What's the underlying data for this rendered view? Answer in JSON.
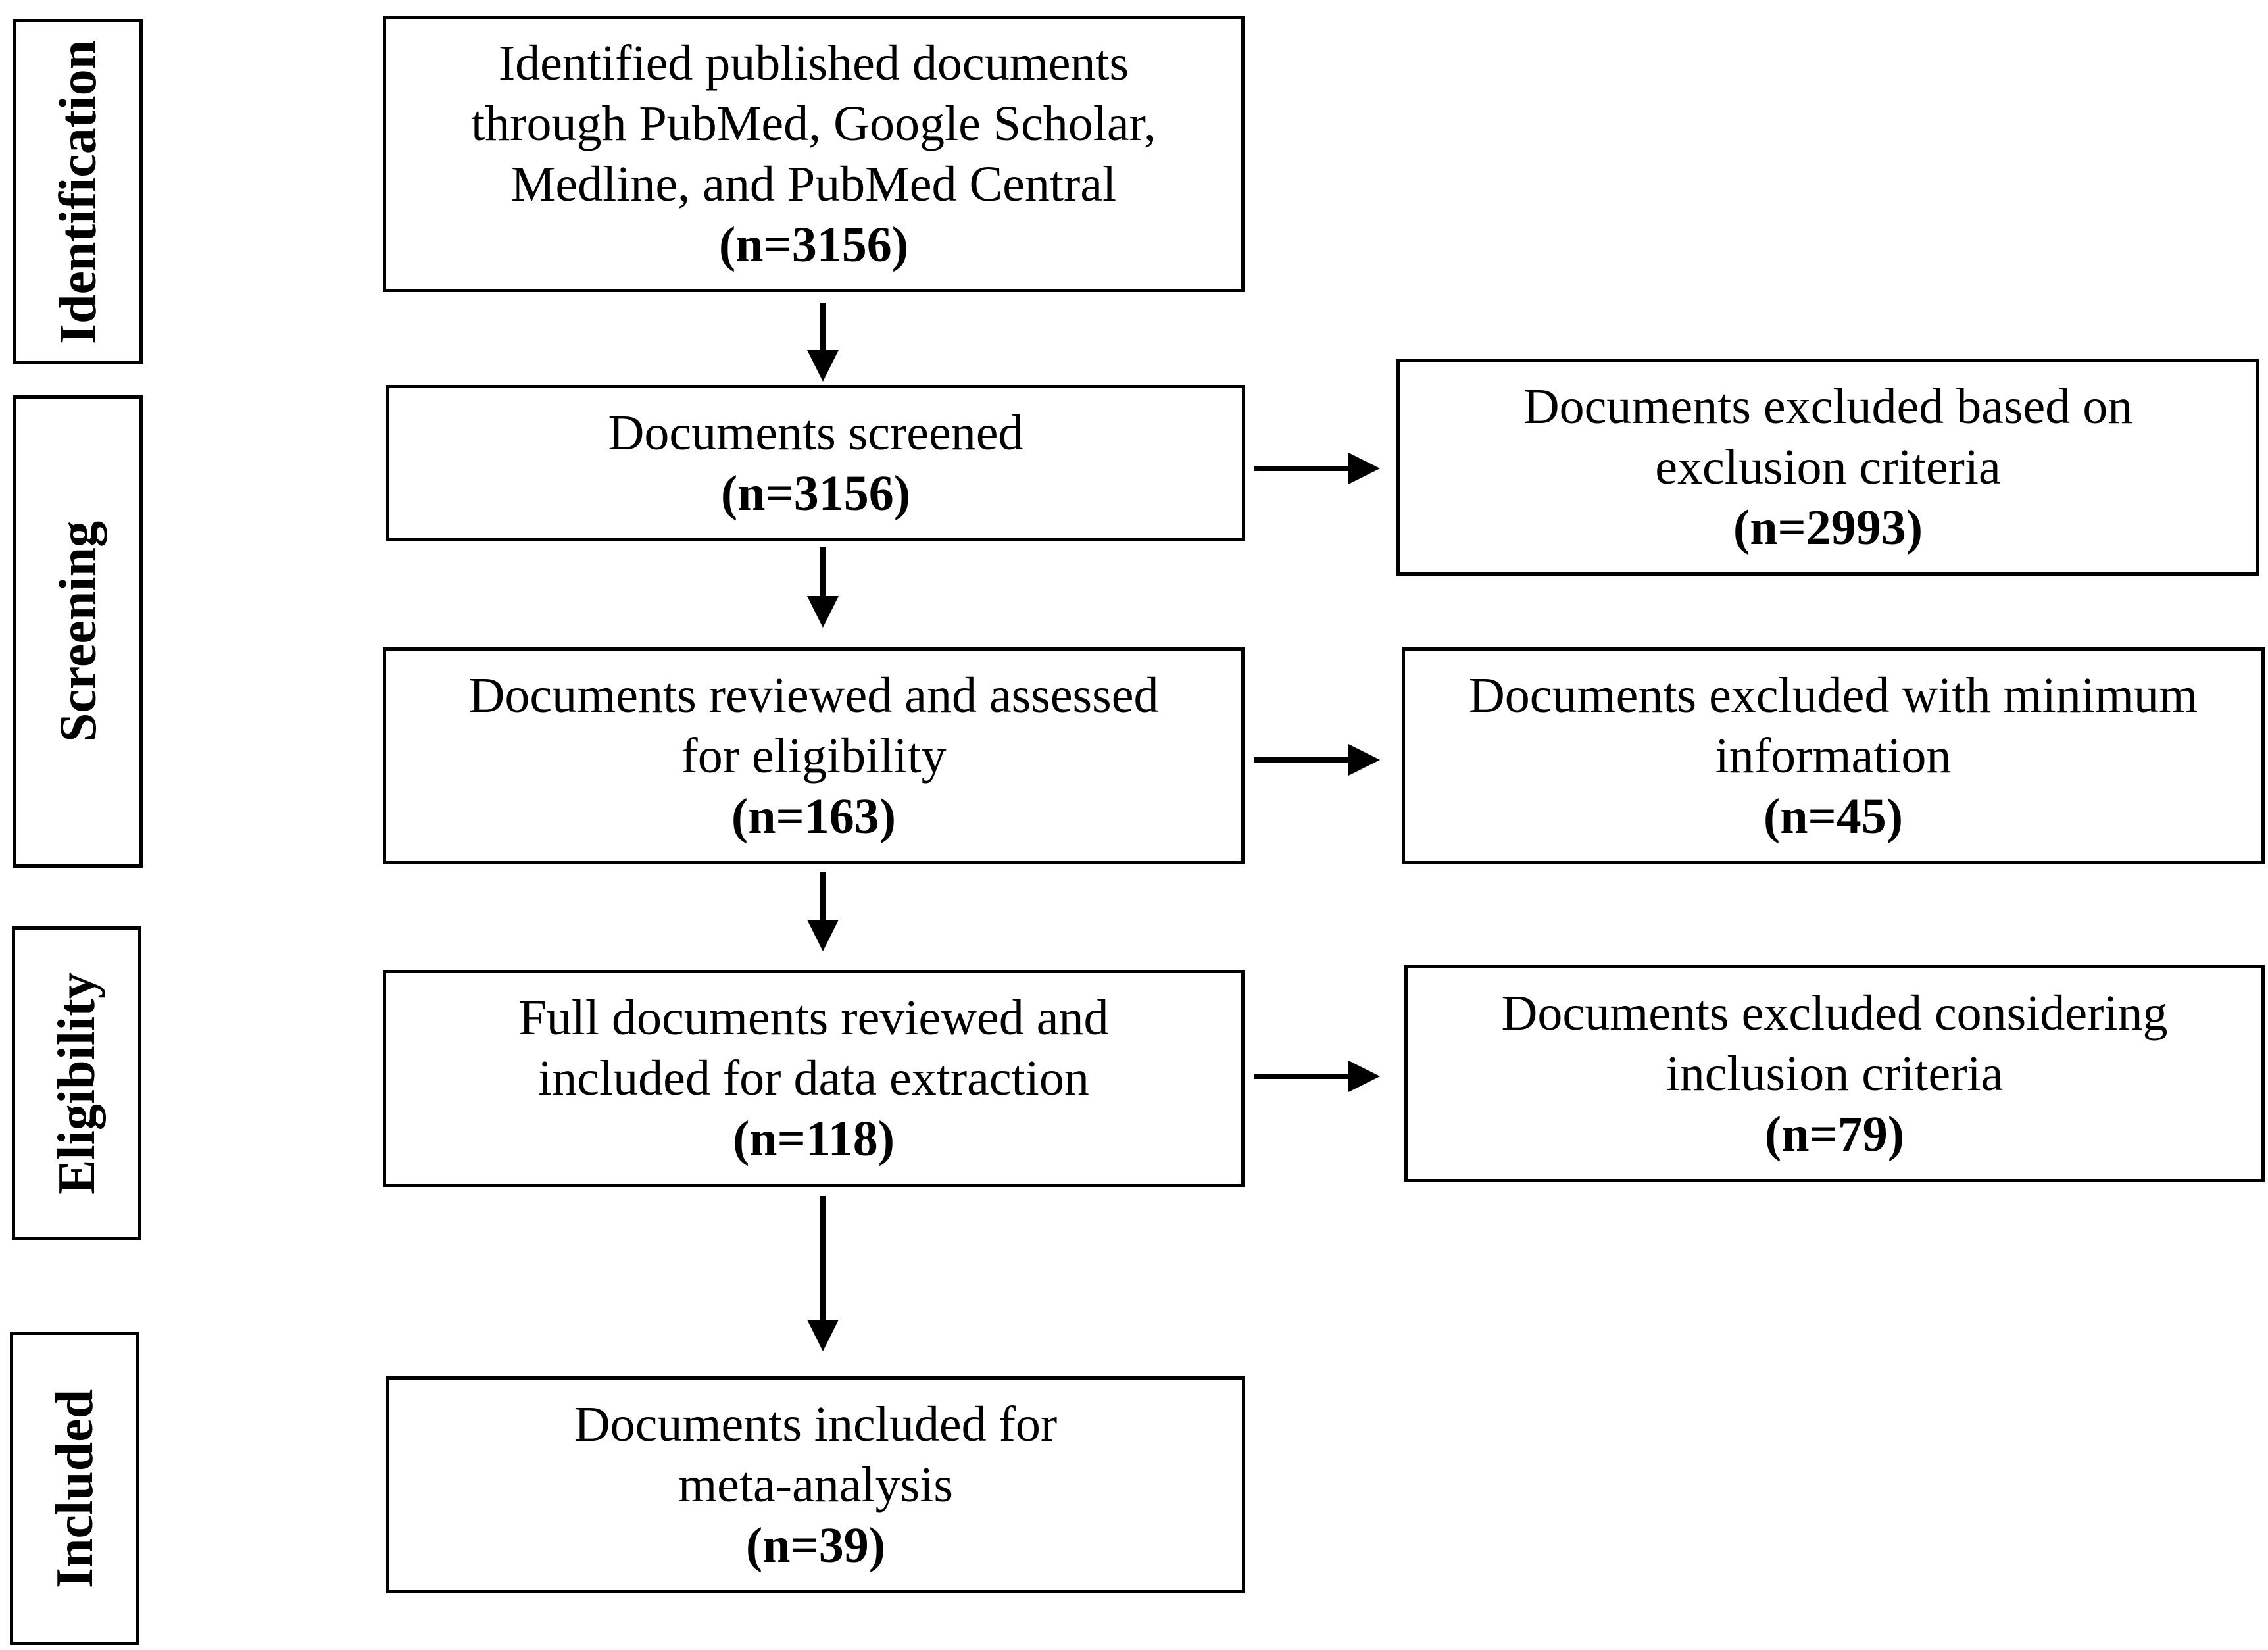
{
  "phases": [
    {
      "id": "identification",
      "label": "Identification"
    },
    {
      "id": "screening",
      "label": "Screening"
    },
    {
      "id": "eligibility",
      "label": "Eligibility"
    },
    {
      "id": "included",
      "label": "Included"
    }
  ],
  "main_boxes": [
    {
      "id": "identified",
      "lines": [
        "Identified published documents",
        "through PubMed, Google Scholar,",
        "Medline, and PubMed Central"
      ],
      "count": "(n=3156)"
    },
    {
      "id": "screened",
      "lines": [
        "Documents screened"
      ],
      "count": "(n=3156)"
    },
    {
      "id": "reviewed",
      "lines": [
        "Documents reviewed and assessed",
        "for eligibility"
      ],
      "count": "(n=163)"
    },
    {
      "id": "full-reviewed",
      "lines": [
        "Full documents reviewed and",
        "included for data extraction"
      ],
      "count": "(n=118)"
    },
    {
      "id": "meta-analysis",
      "lines": [
        "Documents included for",
        "meta-analysis"
      ],
      "count": "(n=39)"
    }
  ],
  "excluded_boxes": [
    {
      "id": "excluded-criteria",
      "lines": [
        "Documents excluded based on",
        "exclusion criteria"
      ],
      "count": "(n=2993)"
    },
    {
      "id": "excluded-minimum",
      "lines": [
        "Documents excluded with minimum",
        "information"
      ],
      "count": "(n=45)"
    },
    {
      "id": "excluded-inclusion",
      "lines": [
        "Documents excluded considering",
        "inclusion criteria"
      ],
      "count": "(n=79)"
    }
  ]
}
